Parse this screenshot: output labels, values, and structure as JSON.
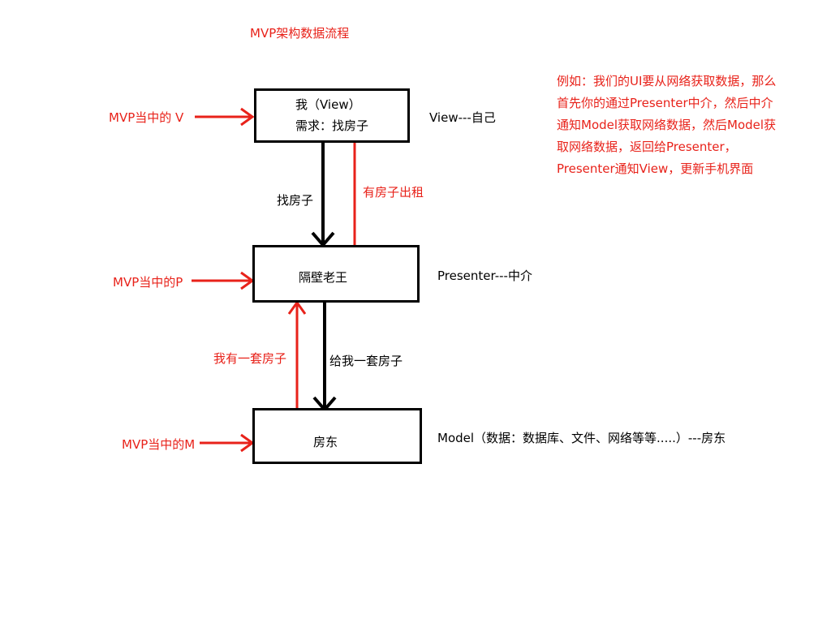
{
  "title": "MVP架构数据流程",
  "view_box": {
    "line1": "我（View）",
    "line2": "需求：找房子"
  },
  "presenter_box": {
    "label": "隔壁老王"
  },
  "model_box": {
    "label": "房东"
  },
  "side_labels": {
    "v": "MVP当中的 V",
    "p": "MVP当中的P",
    "m": "MVP当中的M"
  },
  "right_labels": {
    "view": "View---自己",
    "presenter": "Presenter---中介",
    "model": "Model（数据：数据库、文件、网络等等.....）---房东"
  },
  "flow_labels": {
    "find_house": "找房子",
    "has_rental": "有房子出租",
    "i_have_house": "我有一套房子",
    "give_me_house": "给我一套房子"
  },
  "note": {
    "lines": [
      "例如：我们的UI要从网络获取数据，那么",
      "首先你的通过Presenter中介，然后中介",
      "通知Model获取网络数据，然后Model获",
      "取网络数据，返回给Presenter，",
      "Presenter通知View，更新手机界面"
    ]
  },
  "colors": {
    "accent": "#e8221a",
    "line": "#000000",
    "background": "#ffffff"
  }
}
